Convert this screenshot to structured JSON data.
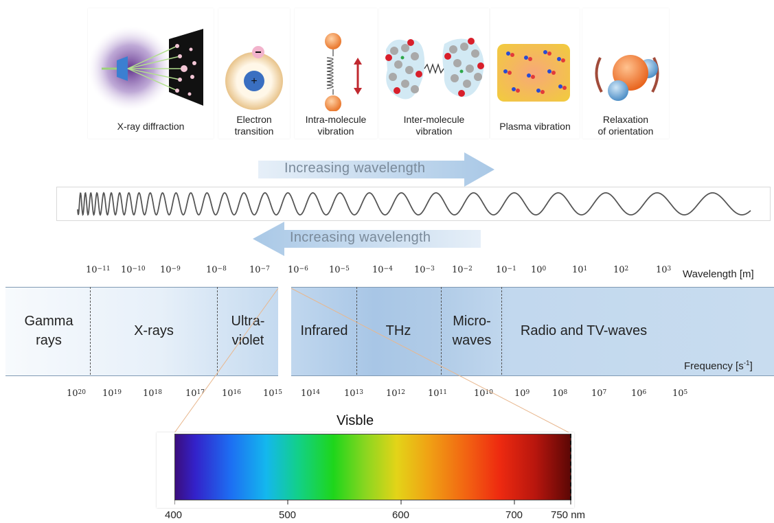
{
  "processes": [
    {
      "label": "X-ray diffraction",
      "icon": "x-ray-diffraction-icon"
    },
    {
      "label": "Electron\ntransition",
      "icon": "electron-transition-icon"
    },
    {
      "label": "Intra-molecule\nvibration",
      "icon": "intra-molecule-vibration-icon"
    },
    {
      "label": "Inter-molecule\nvibration",
      "icon": "inter-molecule-vibration-icon"
    },
    {
      "label": "Plasma vibration",
      "icon": "plasma-vibration-icon"
    },
    {
      "label": "Relaxation\nof orientation",
      "icon": "relaxation-orientation-icon"
    }
  ],
  "arrows": {
    "top_label": "Increasing wavelength",
    "bottom_label": "Increasing wavelength"
  },
  "spectrum": {
    "wavelength_label": "Wavelength [m]",
    "frequency_label": "Frequency [s",
    "frequency_exp": "-1",
    "frequency_close": "]",
    "wavelength_ticks": [
      {
        "base": "10",
        "exp": "−11"
      },
      {
        "base": "10",
        "exp": "−10"
      },
      {
        "base": "10",
        "exp": "−9"
      },
      {
        "base": "10",
        "exp": "−8"
      },
      {
        "base": "10",
        "exp": "−7"
      },
      {
        "base": "10",
        "exp": "−6"
      },
      {
        "base": "10",
        "exp": "−5"
      },
      {
        "base": "10",
        "exp": "−4"
      },
      {
        "base": "10",
        "exp": "−3"
      },
      {
        "base": "10",
        "exp": "−2"
      },
      {
        "base": "10",
        "exp": "−1"
      },
      {
        "base": "10",
        "exp": "0"
      },
      {
        "base": "10",
        "exp": "1"
      },
      {
        "base": "10",
        "exp": "2"
      },
      {
        "base": "10",
        "exp": "3"
      }
    ],
    "frequency_ticks": [
      {
        "base": "10",
        "exp": "20"
      },
      {
        "base": "10",
        "exp": "19"
      },
      {
        "base": "10",
        "exp": "18"
      },
      {
        "base": "10",
        "exp": "17"
      },
      {
        "base": "10",
        "exp": "16"
      },
      {
        "base": "10",
        "exp": "15"
      },
      {
        "base": "10",
        "exp": "14"
      },
      {
        "base": "10",
        "exp": "13"
      },
      {
        "base": "10",
        "exp": "12"
      },
      {
        "base": "10",
        "exp": "11"
      },
      {
        "base": "10",
        "exp": "10"
      },
      {
        "base": "10",
        "exp": "9"
      },
      {
        "base": "10",
        "exp": "8"
      },
      {
        "base": "10",
        "exp": "7"
      },
      {
        "base": "10",
        "exp": "6"
      },
      {
        "base": "10",
        "exp": "5"
      }
    ],
    "bands": [
      {
        "label": "Gamma\nrays"
      },
      {
        "label": "X-rays"
      },
      {
        "label": "Ultra-\nviolet"
      },
      {
        "label": "Infrared"
      },
      {
        "label": "THz"
      },
      {
        "label": "Micro-\nwaves"
      },
      {
        "label": "Radio and TV-waves"
      }
    ]
  },
  "visible": {
    "title": "Visble",
    "ticks": [
      "400",
      "500",
      "600",
      "700",
      "750 nm"
    ],
    "range_nm": [
      400,
      750
    ]
  },
  "colors": {
    "band_light": "#eef4fa",
    "band_mid": "#c9dcef",
    "band_dark": "#a9c7e6",
    "arrow": "#b9d2ea",
    "arrow_text": "#7a8a9a"
  }
}
